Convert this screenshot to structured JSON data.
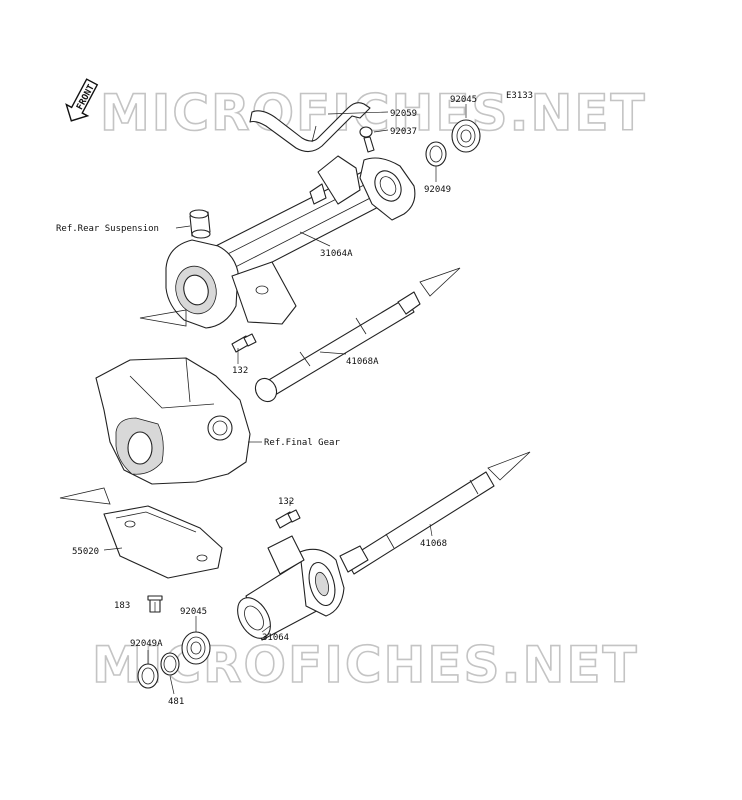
{
  "diagram": {
    "code": "E3133",
    "front_badge": "FRONT",
    "watermarks": [
      "MICROFICHES.NET",
      "MICROFICHES.NET"
    ],
    "labels": {
      "p92059": "92059",
      "p92045_top": "92045",
      "p92037": "92037",
      "p92049_top": "92049",
      "ref_rear_suspension": "Ref.Rear Suspension",
      "p31064A": "31064A",
      "p132_top": "132",
      "p41068A": "41068A",
      "ref_final_gear": "Ref.Final Gear",
      "p132_mid": "132",
      "p41068": "41068",
      "p55020": "55020",
      "p183": "183",
      "p92045_bot": "92045",
      "p31064": "31064",
      "p92049A": "92049A",
      "p481": "481"
    }
  }
}
